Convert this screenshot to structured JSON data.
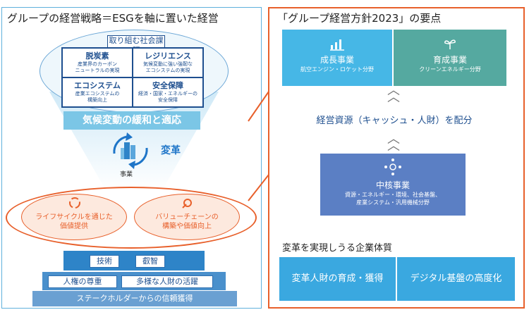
{
  "left": {
    "title": "グループの経営戦略＝ESGを軸に置いた経営",
    "issues_heading": "取り組む社会課題",
    "issues": [
      {
        "title": "脱炭素",
        "desc": "産業界のカーボン\nニュートラルの実現"
      },
      {
        "title": "レジリエンス",
        "desc": "気候変動に強い強靭な\nエコシステムの実現"
      },
      {
        "title": "エコシステム",
        "desc": "産業エコシステムの\n構築向上"
      },
      {
        "title": "安全保障",
        "desc": "経済・国家・エネルギーの\n安全保障"
      }
    ],
    "climate_band": "気候変動の緩和と適応",
    "transform_label": "変革",
    "business_label": "事業",
    "value_items": [
      {
        "text": "ライフサイクルを通じた\n価値提供"
      },
      {
        "text": "バリューチェーンの\n構築や価値向上"
      }
    ],
    "pyramid": {
      "top": [
        "技術",
        "叡智"
      ],
      "middle": [
        "人権の尊重",
        "多様な人財の活躍"
      ],
      "bottom": "ステークホルダーからの信頼獲得"
    },
    "colors": {
      "band": "#7bc6e6",
      "accent_orange": "#e8602b",
      "navy": "#1e4f8f"
    }
  },
  "right": {
    "title": "「グループ経営方針2023」の要点",
    "growth": {
      "title": "成長事業",
      "sub": "航空エンジン・ロケット分野"
    },
    "nurture": {
      "title": "育成事業",
      "sub": "クリーンエネルギー分野"
    },
    "allocation": "経営資源（キャッシュ・人財）を配分",
    "core": {
      "title": "中核事業",
      "sub": "資源・エネルギー・環境、社会基盤、\n産業システム・汎用機械分野"
    },
    "foundation_heading": "変革を実現しうる企業体質",
    "foundation": [
      "変革人財の育成・獲得",
      "デジタル基盤の高度化"
    ],
    "colors": {
      "growth": "#46b7e6",
      "nurture": "#55a9a0",
      "core": "#5b7fc4",
      "foundation": "#3aa8e0"
    }
  }
}
